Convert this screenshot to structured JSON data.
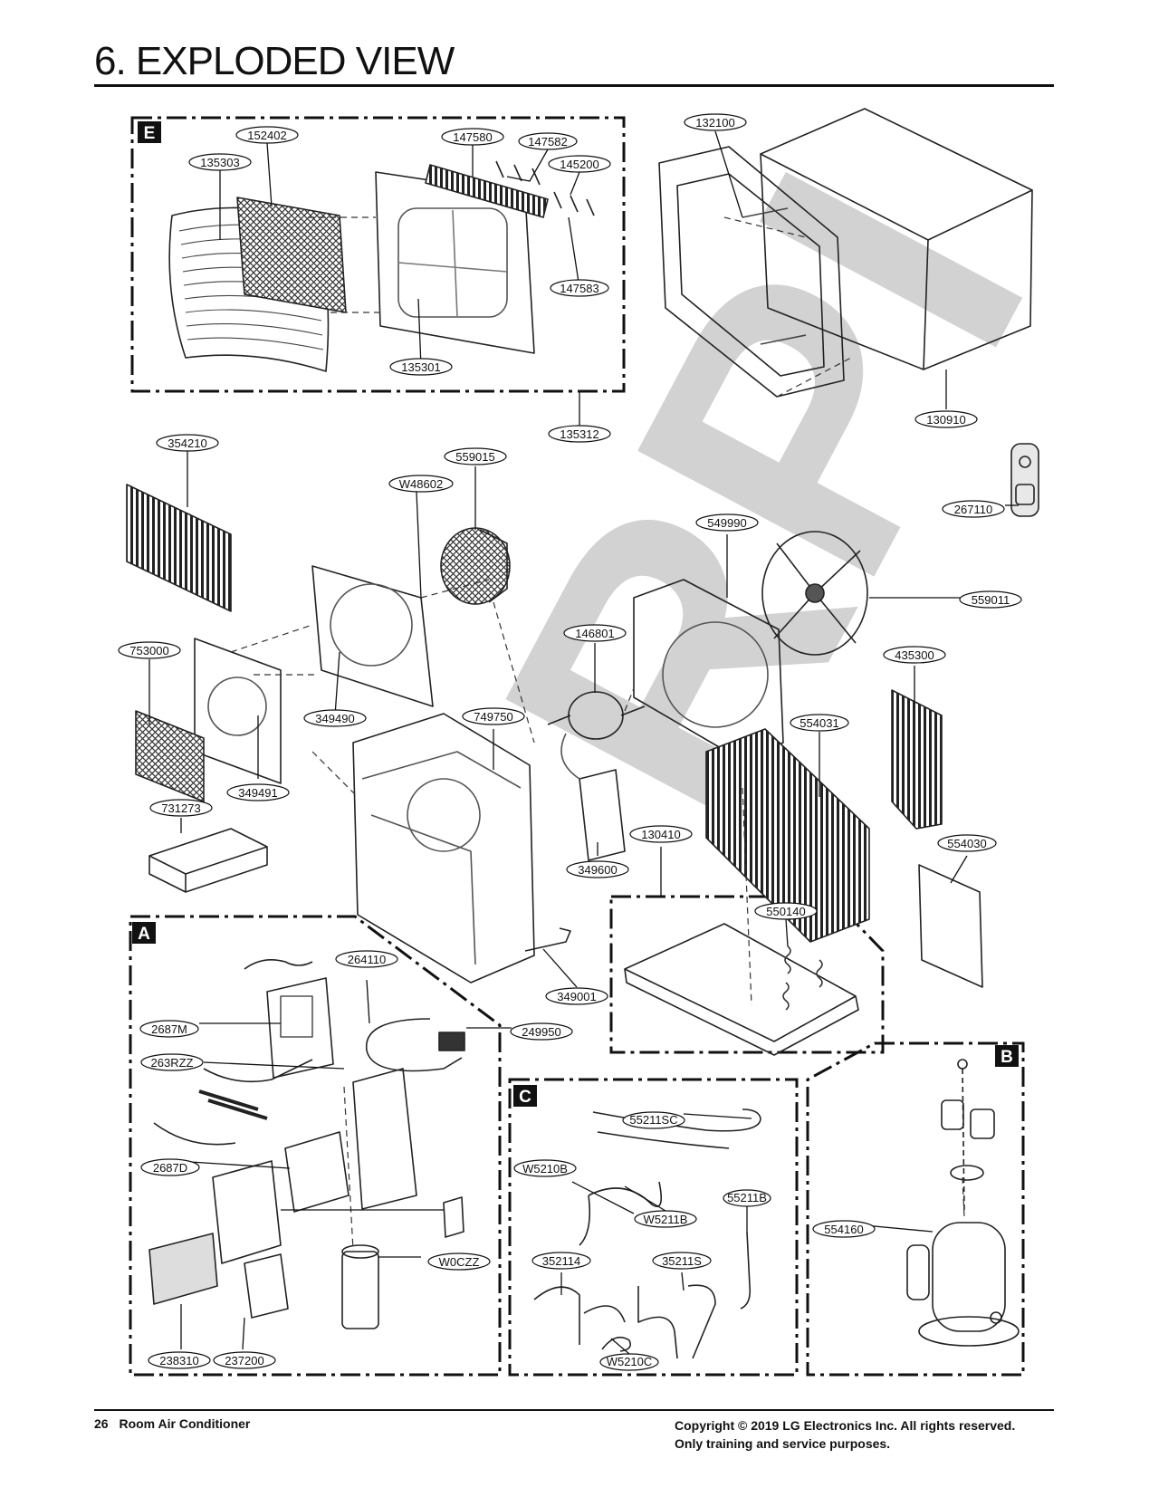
{
  "header": {
    "title": "6. EXPLODED VIEW"
  },
  "footer": {
    "page_number": "26",
    "manual_name": "Room Air Conditioner",
    "copyright": "Copyright © 2019 LG Electronics Inc. All rights reserved.",
    "notice": "Only training and service purposes."
  },
  "watermark": {
    "text": "RPI",
    "color": "#c8c8c8"
  },
  "sections": {
    "E": "E",
    "A": "A",
    "B": "B",
    "C": "C"
  },
  "part_numbers": {
    "p135303": "135303",
    "p152402": "152402",
    "p147580": "147580",
    "p147582": "147582",
    "p145200": "145200",
    "p147583": "147583",
    "p135301": "135301",
    "p135312": "135312",
    "p132100": "132100",
    "p130910": "130910",
    "p354210": "354210",
    "p559015": "559015",
    "pW48602": "W48602",
    "p267110": "267110",
    "p549990": "549990",
    "p559011": "559011",
    "p753000": "753000",
    "p146801": "146801",
    "p435300": "435300",
    "p349490": "349490",
    "p749750": "749750",
    "p554031": "554031",
    "p349491": "349491",
    "p731273": "731273",
    "p130410": "130410",
    "p554030": "554030",
    "p349600": "349600",
    "p550140": "550140",
    "p264110": "264110",
    "p349001": "349001",
    "p2687M": "2687M",
    "p249950": "249950",
    "p263RZZ": "263RZZ",
    "p55211SC": "55211SC",
    "pW5210B": "W5210B",
    "p2687D": "2687D",
    "pW5211B": "W5211B",
    "p55211B": "55211B",
    "p554160": "554160",
    "pW0CZZ": "W0CZZ",
    "p352114": "352114",
    "p35211S": "35211S",
    "pW5210C": "W5210C",
    "p238310": "238310",
    "p237200": "237200"
  }
}
